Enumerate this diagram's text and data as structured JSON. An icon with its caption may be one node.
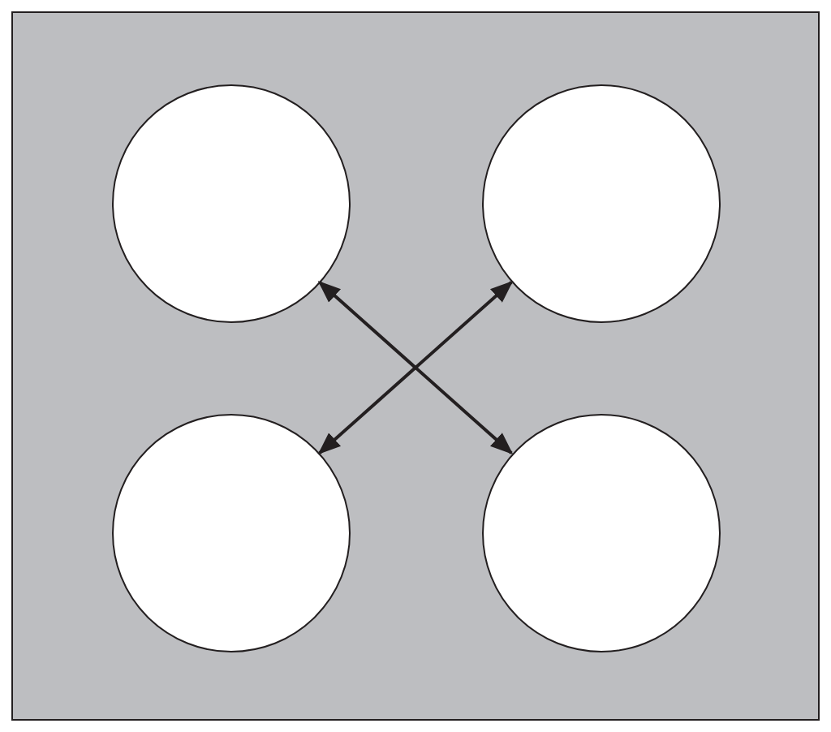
{
  "diagram": {
    "nodes": [
      {
        "text": [],
        "shape": "box"
      },
      {
        "text": [],
        "shape": "circle",
        "in": 0
      },
      {
        "text": [],
        "shape": "circle",
        "in": 0
      },
      {
        "text": [],
        "shape": "circle",
        "in": 0
      },
      {
        "text": [],
        "shape": "circle",
        "in": 0
      }
    ],
    "edges": [
      {
        "from": 1,
        "to": 4,
        "arrow": "both"
      },
      {
        "from": 2,
        "to": 3,
        "arrow": "both"
      }
    ]
  }
}
